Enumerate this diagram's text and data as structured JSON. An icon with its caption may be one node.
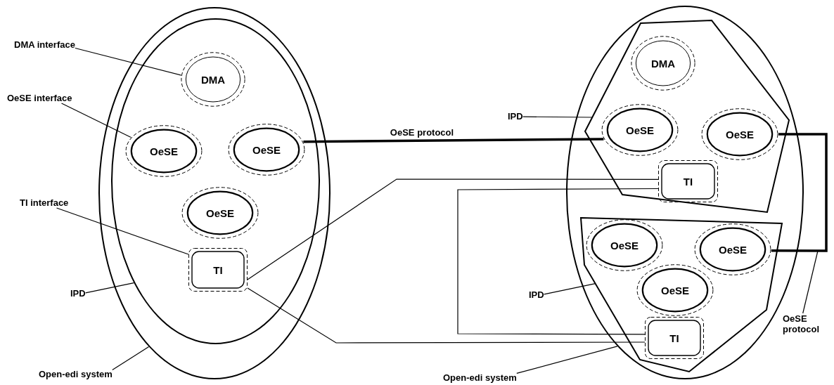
{
  "diagram": {
    "nodes": [
      {
        "text": [],
        "shape": "ellipse"
      },
      {
        "text": [],
        "shape": "ellipse",
        "in": 0
      },
      {
        "text": [
          "DMA"
        ],
        "in": 1
      },
      {
        "text": [
          "OeSE"
        ],
        "in": 1
      },
      {
        "text": [
          "OeSE"
        ],
        "in": 1
      },
      {
        "text": [
          "OeSE"
        ],
        "in": 1
      },
      {
        "text": [
          "TI"
        ],
        "in": 1
      },
      {
        "text": [],
        "shape": "ellipse"
      },
      {
        "text": [],
        "shape": "polygon",
        "in": 7
      },
      {
        "text": [
          "DMA"
        ],
        "in": 8
      },
      {
        "text": [
          "OeSE"
        ],
        "in": 8
      },
      {
        "text": [
          "OeSE"
        ],
        "in": 8
      },
      {
        "text": [
          "TI"
        ],
        "in": 8
      },
      {
        "text": [],
        "shape": "polygon",
        "in": 7
      },
      {
        "text": [
          "OeSE"
        ],
        "in": 13
      },
      {
        "text": [
          "OeSE"
        ],
        "in": 13
      },
      {
        "text": [
          "OeSE"
        ],
        "in": 13
      },
      {
        "text": [
          "TI"
        ],
        "in": 13
      },
      {
        "text": [
          "DMA interface"
        ]
      },
      {
        "text": [
          "OeSE interface"
        ]
      },
      {
        "text": [
          "TI interface"
        ]
      },
      {
        "text": [
          "IPD"
        ]
      },
      {
        "text": [
          "Open-edi system"
        ]
      },
      {
        "text": [
          "IPD"
        ]
      },
      {
        "text": [
          "IPD"
        ]
      },
      {
        "text": [
          "Open-edi system"
        ]
      },
      {
        "text": [
          "OeSE protocol"
        ]
      }
    ],
    "edges": [
      {
        "from": 4,
        "to": 10,
        "arrow": "none",
        "label": "OeSE protocol",
        "style": "thick"
      },
      {
        "from": 6,
        "to": 12,
        "arrow": "none"
      },
      {
        "from": 6,
        "to": 17,
        "arrow": "none"
      },
      {
        "from": 12,
        "to": 17,
        "arrow": "none"
      },
      {
        "from": 11,
        "to": 15,
        "arrow": "none",
        "style": "thick"
      },
      {
        "from": 18,
        "to": 2,
        "arrow": "none"
      },
      {
        "from": 19,
        "to": 3,
        "arrow": "none"
      },
      {
        "from": 20,
        "to": 6,
        "arrow": "none"
      },
      {
        "from": 21,
        "to": 1,
        "arrow": "none"
      },
      {
        "from": 22,
        "to": 0,
        "arrow": "none"
      },
      {
        "from": 23,
        "to": 8,
        "arrow": "none"
      },
      {
        "from": 24,
        "to": 13,
        "arrow": "none"
      },
      {
        "from": 25,
        "to": 7,
        "arrow": "none"
      },
      {
        "from": 26,
        "to": null,
        "arrow": "none"
      }
    ]
  }
}
